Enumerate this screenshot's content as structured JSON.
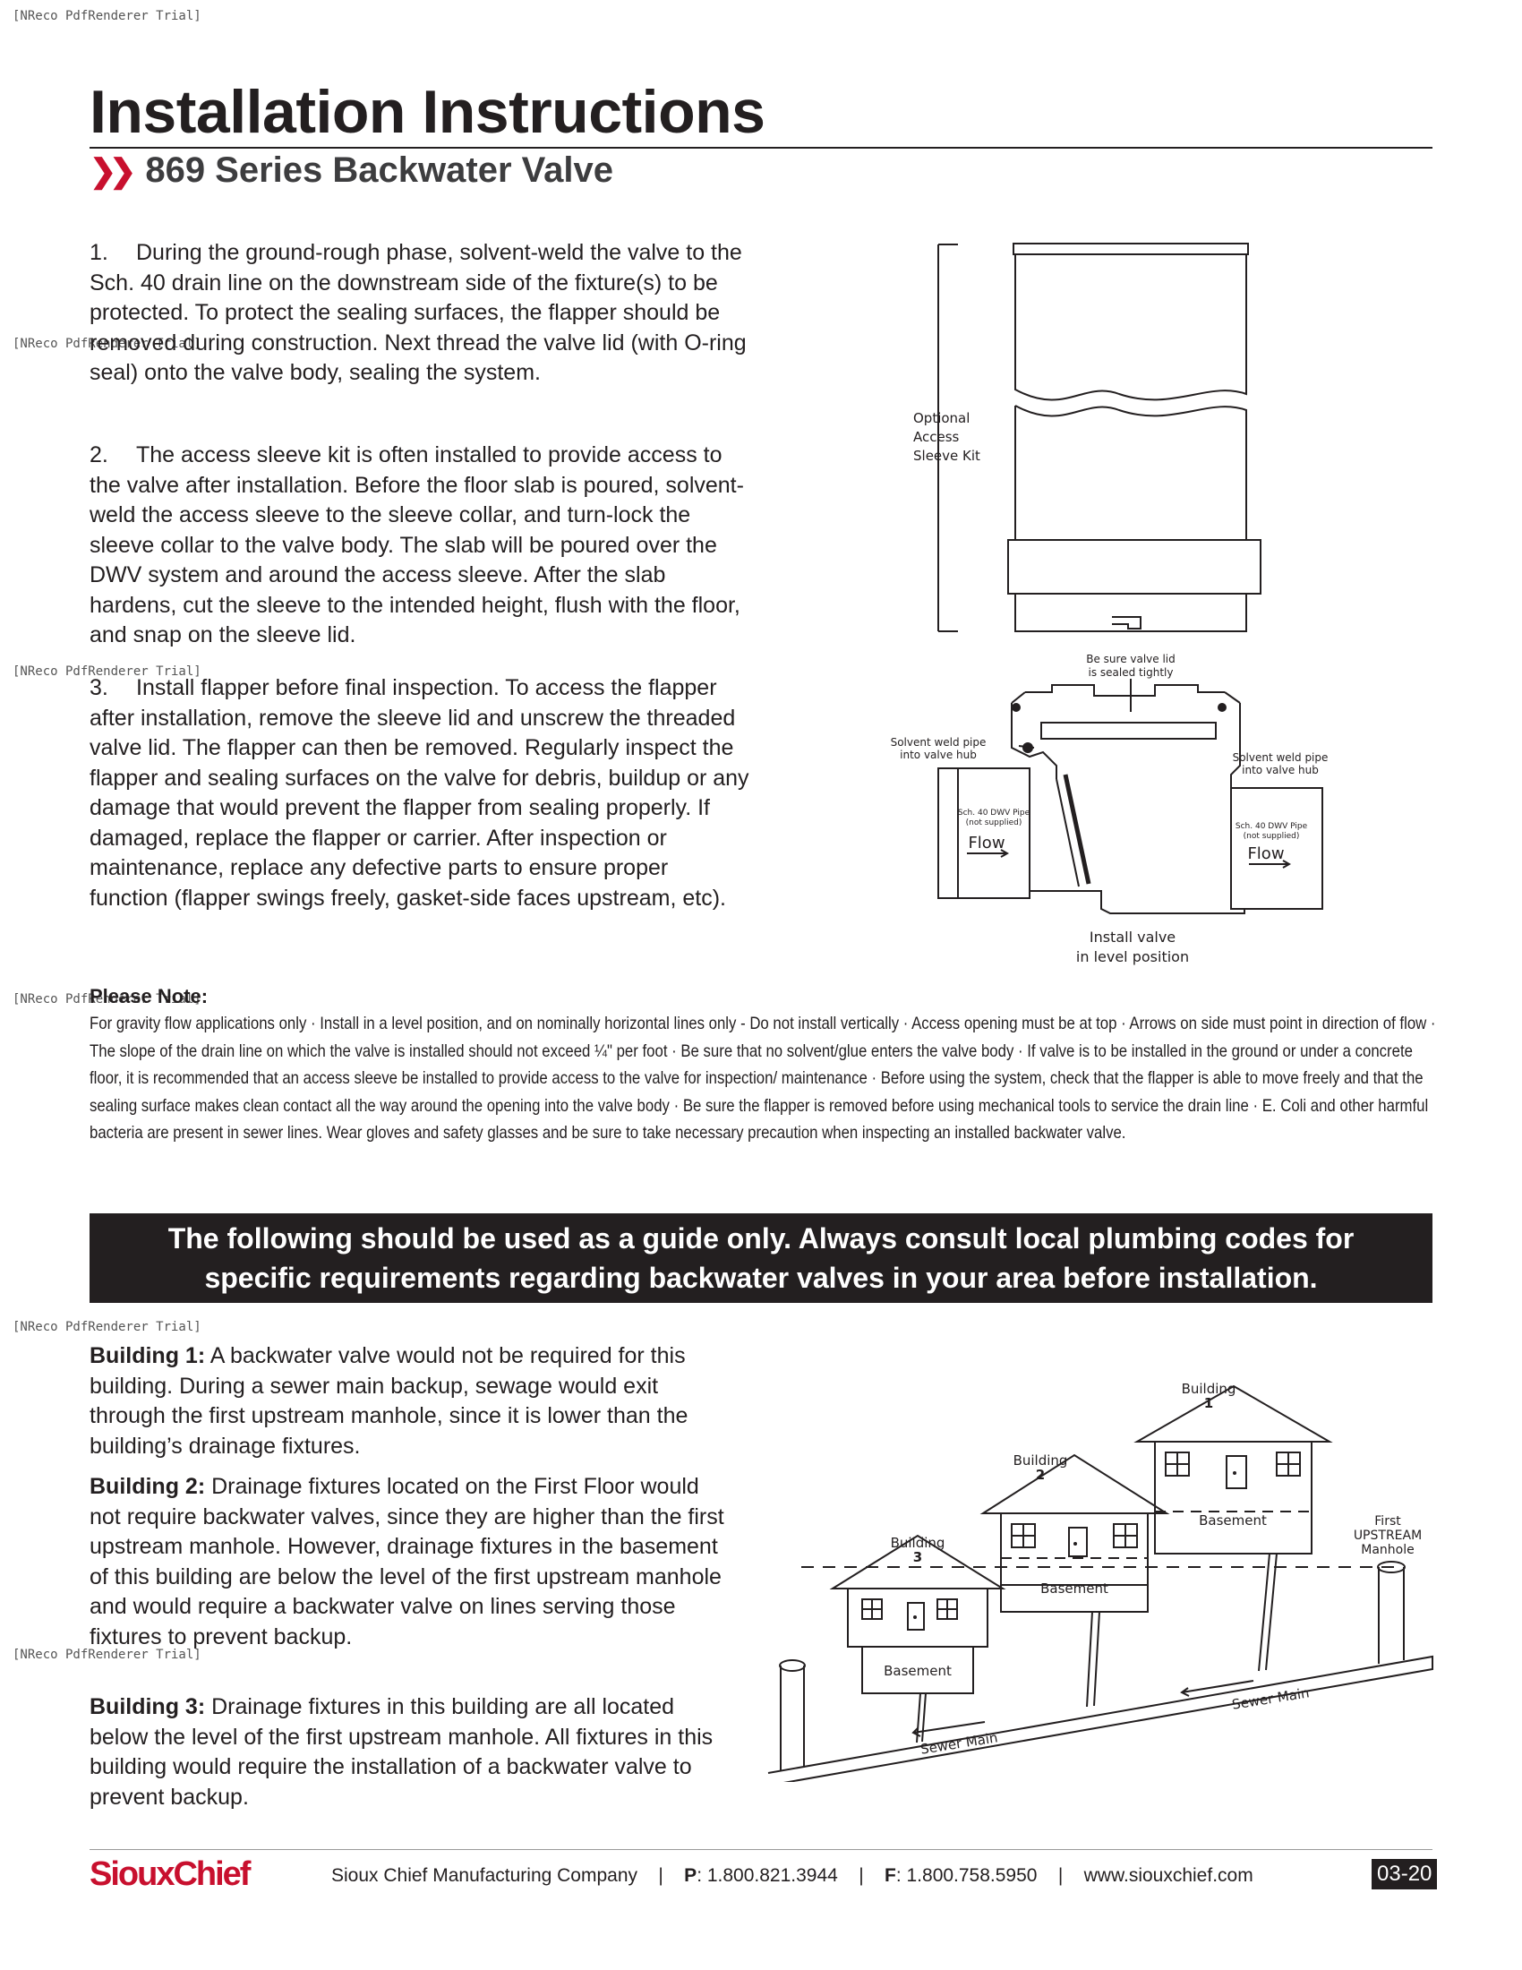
{
  "watermark": "[NReco PdfRenderer Trial]",
  "title": "Installation Instructions",
  "subtitle": "869 Series Backwater Valve",
  "subtitle_chevrons": "❯❯",
  "steps": [
    {
      "num": "1.",
      "text": "During the ground-rough phase, solvent-weld the valve to the Sch. 40 drain line on the downstream side of the fixture(s) to be protected. To protect the sealing surfaces, the flapper should be removed during construction. Next thread the valve lid (with O-ring seal) onto the valve body, sealing the system."
    },
    {
      "num": "2.",
      "text": "The access sleeve kit is often installed to provide access to the valve after installation. Before the floor slab is poured, solvent-weld the access sleeve to the sleeve collar, and turn-lock the sleeve collar to the valve body. The slab will be poured over the DWV system and around the access sleeve. After the slab hardens, cut the sleeve to the intended height, flush with the floor, and snap on the sleeve lid."
    },
    {
      "num": "3.",
      "text": "Install flapper before final inspection. To access the flapper after installation, remove the sleeve lid and unscrew the threaded valve lid. The flapper can then be removed. Regularly inspect the flapper and sealing surfaces on the valve for debris, buildup or any damage that would prevent the flapper from sealing properly.  If damaged, replace the flapper or carrier. After inspection or maintenance, replace any defective parts to ensure proper function (flapper swings freely, gasket-side faces upstream, etc)."
    }
  ],
  "diagram_sleeve": {
    "label_line1": "Optional",
    "label_line2": "Access",
    "label_line3": "Sleeve Kit"
  },
  "diagram_valve": {
    "lid_note_1": "Be sure valve lid",
    "lid_note_2": "is sealed tightly",
    "left_note_1": "Solvent weld pipe",
    "left_note_2": "into valve hub",
    "right_note_1": "Solvent weld pipe",
    "right_note_2": "into valve hub",
    "pipe_label_1": "Sch. 40 DWV Pipe",
    "pipe_label_2": "(not supplied)",
    "flow": "Flow",
    "bottom_note_1": "Install valve",
    "bottom_note_2": "in level position"
  },
  "note_label": "Please Note:",
  "note_body": "For gravity flow applications only  ·  Install in a level position, and on nominally horizontal lines only - Do not install vertically  ·  Access opening must be at top  ·  Arrows on side must point in direction of flow  ·  The slope of the drain line on which the valve is installed should not exceed ¼\" per foot  ·  Be sure that no solvent/glue enters the valve body  ·  If valve is to be installed in the ground or under a concrete floor, it is recommended that an access sleeve be installed to provide access to the valve for inspection/ maintenance  ·  Before using the system, check that the flapper is able to move freely and that the sealing surface makes clean contact all the way around the opening into the valve body  ·  Be sure the flapper is removed before using mechanical tools to service the drain line  ·  E. Coli and other harmful bacteria are present in sewer lines. Wear gloves and safety glasses and be sure to take necessary precaution when inspecting an installed backwater valve.",
  "banner_line1": "The following should be used as a guide only. Always consult local plumbing codes for",
  "banner_line2": "specific requirements regarding backwater valves in your area before installation.",
  "buildings": [
    {
      "label": "Building 1:",
      "text": " A backwater valve would not be required for this building. During a sewer main backup, sewage would exit through the first upstream manhole, since it is lower than the building’s drainage fixtures."
    },
    {
      "label": "Building 2:",
      "text": " Drainage fixtures located on the First Floor would not require backwater valves, since they are higher than the first upstream manhole.  However, drainage fixtures in the basement of this building are below the level of the first upstream manhole and would require a backwater valve on lines serving those fixtures to prevent backup."
    },
    {
      "label": "Building 3:",
      "text": " Drainage fixtures in this building are all located below the level of the first upstream manhole. All fixtures in this building would require the installation of a backwater valve to prevent backup."
    }
  ],
  "diagram_sewer": {
    "b1": "Building",
    "b1n": "1",
    "b2": "Building",
    "b2n": "2",
    "b3": "Building",
    "b3n": "3",
    "basement": "Basement",
    "manhole_1": "First",
    "manhole_2": "UPSTREAM",
    "manhole_3": "Manhole",
    "sewer_main": "Sewer Main"
  },
  "footer": {
    "logo": "SiouxChief",
    "company": "Sioux Chief Manufacturing Company",
    "sep": "|",
    "p_label": "P",
    "phone": ": 1.800.821.3944",
    "f_label": "F",
    "fax": ": 1.800.758.5950",
    "web": "www.siouxchief.com",
    "code": "03-20"
  },
  "colors": {
    "accent": "#c8102e",
    "text": "#231f20",
    "banner_bg": "#231f20"
  }
}
